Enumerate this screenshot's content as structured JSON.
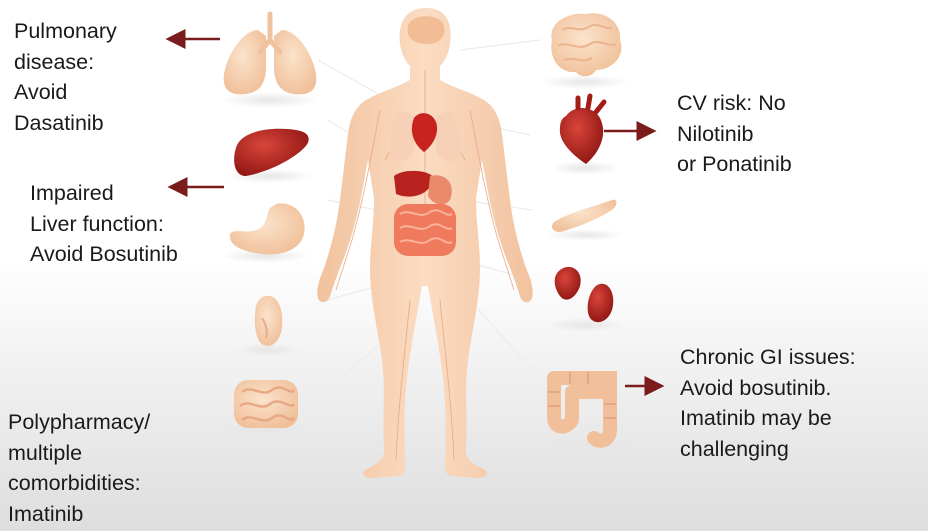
{
  "annotations": {
    "pulmonary": {
      "lines": [
        "Pulmonary",
        "disease:",
        "Avoid",
        "Dasatinib"
      ]
    },
    "liver": {
      "lines": [
        "Impaired",
        "Liver function:",
        "Avoid Bosutinib"
      ]
    },
    "polypharmacy": {
      "lines": [
        "Polypharmacy/",
        "multiple",
        "comorbidities:",
        "Imatinib"
      ]
    },
    "cv": {
      "lines": [
        "CV risk: No",
        "Nilotinib",
        "or Ponatinib"
      ]
    },
    "gi": {
      "lines": [
        "Chronic GI issues:",
        "Avoid bosutinib.",
        "Imatinib may be",
        "challenging"
      ]
    }
  },
  "colors": {
    "arrow": "#7a1c1c",
    "skin": "#f6d2b4",
    "organ_red": "#b0221f",
    "organ_peach": "#f4c9a6",
    "text": "#1a1a1a"
  },
  "icons": [
    "lungs-icon",
    "liver-icon",
    "stomach-icon",
    "gallbladder-icon",
    "intestines-icon",
    "brain-icon",
    "heart-icon",
    "pancreas-icon",
    "kidneys-icon",
    "colon-icon",
    "human-body-figure"
  ]
}
